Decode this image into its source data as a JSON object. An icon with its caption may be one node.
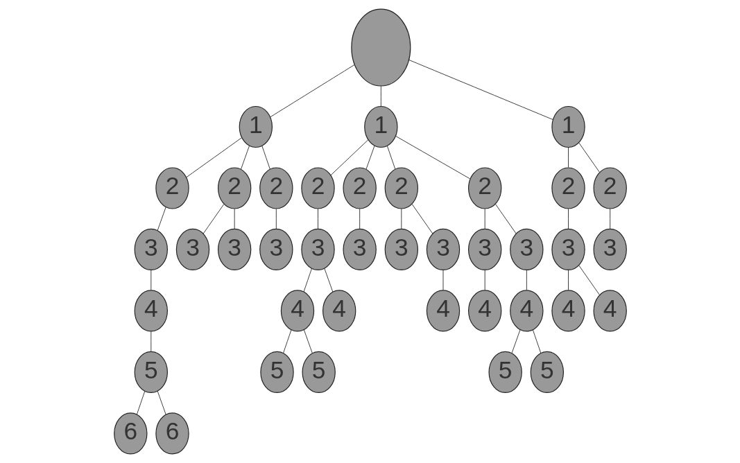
{
  "diagram": {
    "nodes": [
      {
        "text": [],
        "shape": "ellipse"
      },
      {
        "text": [
          "1"
        ]
      },
      {
        "text": [
          "2"
        ]
      },
      {
        "text": [
          "3"
        ]
      },
      {
        "text": [
          "4"
        ]
      },
      {
        "text": [
          "5"
        ]
      },
      {
        "text": [
          "6"
        ]
      },
      {
        "text": [
          "6"
        ]
      },
      {
        "text": [
          "2"
        ]
      },
      {
        "text": [
          "3"
        ]
      },
      {
        "text": [
          "3"
        ]
      },
      {
        "text": [
          "2"
        ]
      },
      {
        "text": [
          "3"
        ]
      },
      {
        "text": [
          "1"
        ]
      },
      {
        "text": [
          "2"
        ]
      },
      {
        "text": [
          "3"
        ]
      },
      {
        "text": [
          "4"
        ]
      },
      {
        "text": [
          "5"
        ]
      },
      {
        "text": [
          "5"
        ]
      },
      {
        "text": [
          "4"
        ]
      },
      {
        "text": [
          "2"
        ]
      },
      {
        "text": [
          "3"
        ]
      },
      {
        "text": [
          "2"
        ]
      },
      {
        "text": [
          "3"
        ]
      },
      {
        "text": [
          "3"
        ]
      },
      {
        "text": [
          "4"
        ]
      },
      {
        "text": [
          "2"
        ]
      },
      {
        "text": [
          "3"
        ]
      },
      {
        "text": [
          "4"
        ]
      },
      {
        "text": [
          "3"
        ]
      },
      {
        "text": [
          "4"
        ]
      },
      {
        "text": [
          "5"
        ]
      },
      {
        "text": [
          "5"
        ]
      },
      {
        "text": [
          "1"
        ]
      },
      {
        "text": [
          "2"
        ]
      },
      {
        "text": [
          "3"
        ]
      },
      {
        "text": [
          "4"
        ]
      },
      {
        "text": [
          "4"
        ]
      },
      {
        "text": [
          "2"
        ]
      },
      {
        "text": [
          "3"
        ]
      }
    ],
    "edges": [
      {
        "from": 0,
        "to": 1,
        "arrow": "none"
      },
      {
        "from": 0,
        "to": 13,
        "arrow": "none"
      },
      {
        "from": 0,
        "to": 33,
        "arrow": "none"
      },
      {
        "from": 1,
        "to": 2,
        "arrow": "none"
      },
      {
        "from": 2,
        "to": 3,
        "arrow": "none"
      },
      {
        "from": 3,
        "to": 4,
        "arrow": "none"
      },
      {
        "from": 4,
        "to": 5,
        "arrow": "none"
      },
      {
        "from": 5,
        "to": 6,
        "arrow": "none"
      },
      {
        "from": 5,
        "to": 7,
        "arrow": "none"
      },
      {
        "from": 1,
        "to": 8,
        "arrow": "none"
      },
      {
        "from": 8,
        "to": 9,
        "arrow": "none"
      },
      {
        "from": 8,
        "to": 10,
        "arrow": "none"
      },
      {
        "from": 1,
        "to": 11,
        "arrow": "none"
      },
      {
        "from": 11,
        "to": 12,
        "arrow": "none"
      },
      {
        "from": 13,
        "to": 14,
        "arrow": "none"
      },
      {
        "from": 14,
        "to": 15,
        "arrow": "none"
      },
      {
        "from": 15,
        "to": 16,
        "arrow": "none"
      },
      {
        "from": 16,
        "to": 17,
        "arrow": "none"
      },
      {
        "from": 16,
        "to": 18,
        "arrow": "none"
      },
      {
        "from": 15,
        "to": 19,
        "arrow": "none"
      },
      {
        "from": 13,
        "to": 20,
        "arrow": "none"
      },
      {
        "from": 20,
        "to": 21,
        "arrow": "none"
      },
      {
        "from": 13,
        "to": 22,
        "arrow": "none"
      },
      {
        "from": 22,
        "to": 23,
        "arrow": "none"
      },
      {
        "from": 22,
        "to": 24,
        "arrow": "none"
      },
      {
        "from": 24,
        "to": 25,
        "arrow": "none"
      },
      {
        "from": 13,
        "to": 26,
        "arrow": "none"
      },
      {
        "from": 26,
        "to": 27,
        "arrow": "none"
      },
      {
        "from": 27,
        "to": 28,
        "arrow": "none"
      },
      {
        "from": 26,
        "to": 29,
        "arrow": "none"
      },
      {
        "from": 29,
        "to": 30,
        "arrow": "none"
      },
      {
        "from": 30,
        "to": 31,
        "arrow": "none"
      },
      {
        "from": 30,
        "to": 32,
        "arrow": "none"
      },
      {
        "from": 33,
        "to": 34,
        "arrow": "none"
      },
      {
        "from": 34,
        "to": 35,
        "arrow": "none"
      },
      {
        "from": 35,
        "to": 36,
        "arrow": "none"
      },
      {
        "from": 35,
        "to": 37,
        "arrow": "none"
      },
      {
        "from": 33,
        "to": 38,
        "arrow": "none"
      },
      {
        "from": 38,
        "to": 39,
        "arrow": "none"
      }
    ]
  }
}
